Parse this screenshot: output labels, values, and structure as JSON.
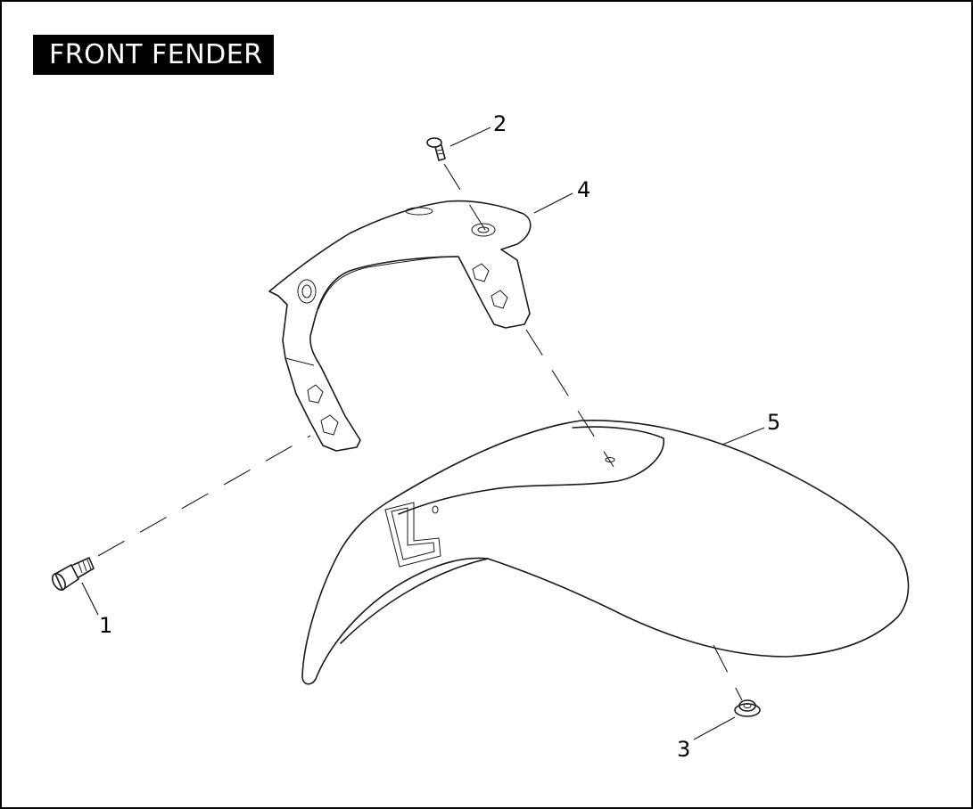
{
  "title": "FRONT FENDER",
  "callouts": [
    {
      "label": "1",
      "part": "socket-head-screw"
    },
    {
      "label": "2",
      "part": "button-head-screw"
    },
    {
      "label": "3",
      "part": "flange-nut"
    },
    {
      "label": "4",
      "part": "fender-bracket"
    },
    {
      "label": "5",
      "part": "front-fender"
    }
  ]
}
